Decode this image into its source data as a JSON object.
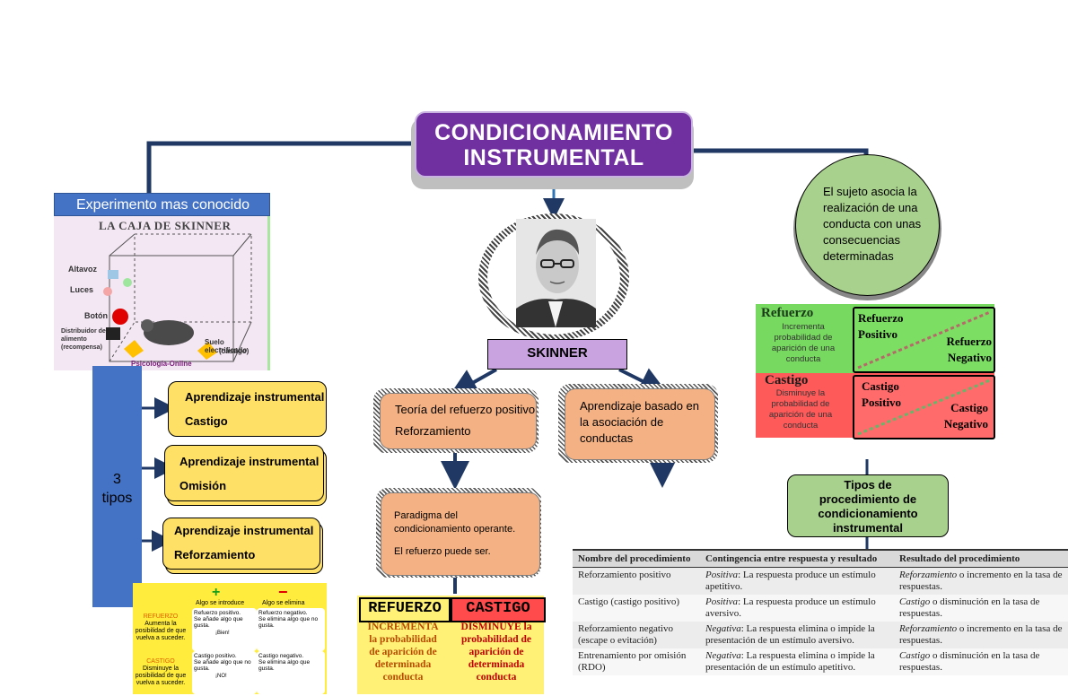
{
  "title": {
    "line1": "CONDICIONAMIENTO",
    "line2": "INSTRUMENTAL"
  },
  "experiment": {
    "label": "Experimento mas conocido",
    "image_title": "LA CAJA DE SKINNER",
    "parts": [
      "Altavoz",
      "Luces",
      "Botón",
      "Distribuidor de",
      "alimento",
      "(recompensa)",
      "Suelo electrificado",
      "(castigo)"
    ],
    "watermark": "Psicología-Online"
  },
  "tipos": {
    "count": "3",
    "label": "tipos"
  },
  "aprendizaje_boxes": [
    {
      "line1": "Aprendizaje instrumental",
      "line2": "Castigo"
    },
    {
      "line1": "Aprendizaje instrumental",
      "line2": "Omisión"
    },
    {
      "line1": "Aprendizaje instrumental",
      "line2": "Reforzamiento"
    }
  ],
  "yellow_image": {
    "plus": "+",
    "minus": "−",
    "col1": "Algo se introduce",
    "col2": "Algo se elimina",
    "refuerzo": "REFUERZO",
    "refuerzo_desc": "Aumenta la posibilidad de que vuelva a suceder.",
    "castigo": "CASTIGO",
    "castigo_desc": "Disminuye la posibilidad de que vuelva a suceder.",
    "rp": "Refuerzo positivo.",
    "rp_desc": "Se añade algo que gusta.",
    "rn": "Refuerzo negativo.",
    "rn_desc": "Se elimina algo que no gusta.",
    "cp": "Castigo positivo.",
    "cp_desc": "Se añade algo que no gusta.",
    "cn": "Castigo negativo.",
    "cn_desc": "Se elimina algo que gusta.",
    "bubble1": "¡Bien!",
    "bubble2": "¡NO!"
  },
  "skinner": {
    "label": "SKINNER"
  },
  "teoria": {
    "line1": "Teoría del refuerzo positivo",
    "line2": "Reforzamiento"
  },
  "aprendizaje_asoc": {
    "text": "Aprendizaje basado en la asociación de conductas"
  },
  "paradigma": {
    "line1": "Paradigma  del condicionamiento operante.",
    "line2": "El refuerzo puede ser."
  },
  "refcast": {
    "refuerzo": "REFUERZO",
    "castigo": "CASTIGO",
    "ref_desc": [
      "INCREMENTA",
      "la probabilidad",
      "de aparición de",
      "determinada",
      "conducta"
    ],
    "cast_desc": [
      "DISMINUYE la",
      "probabilidad de",
      "aparición de",
      "determinada",
      "conducta"
    ]
  },
  "sujeto": {
    "text": "El sujeto asocia la realización de una conducta con unas consecuencias determinadas"
  },
  "refuerzo_panel": {
    "ref_title": "Refuerzo",
    "ref_desc": "Incrementa probabilidad de aparición de una conducta",
    "ref_pos": "Refuerzo Positivo",
    "ref_neg": "Refuerzo Negativo",
    "cast_title": "Castigo",
    "cast_desc": "Disminuye la probabilidad de aparición de una conducta",
    "cast_pos": "Castigo Positivo",
    "cast_neg": "Castigo Negativo"
  },
  "tipos_proc": {
    "text": "Tipos de procedimiento de condicionamiento instrumental"
  },
  "table": {
    "headers": [
      "Nombre del procedimiento",
      "Contingencia entre respuesta y resultado",
      "Resultado del procedimiento"
    ],
    "rows": [
      {
        "name": "Reforzamiento positivo",
        "cont_em": "Positiva",
        "cont": ": La respuesta produce un estímulo apetitivo.",
        "res_em": "Reforzamiento",
        "res": " o incremento en la tasa de respuestas."
      },
      {
        "name": "Castigo (castigo positivo)",
        "cont_em": "Positiva",
        "cont": ": La respuesta produce un estímulo aversivo.",
        "res_em": "Castigo",
        "res": " o disminución en la tasa de respuestas."
      },
      {
        "name": "Reforzamiento negativo (escape o evitación)",
        "cont_em": "Negativa",
        "cont": ": La respuesta elimina o impide la presentación de un estímulo aversivo.",
        "res_em": "Reforzamiento",
        "res": " o incremento en la tasa de respuestas."
      },
      {
        "name": "Entrenamiento por omisión (RDO)",
        "cont_em": "Negativa",
        "cont": ": La respuesta elimina o impide la presentación de un estímulo apetitivo.",
        "res_em": "Castigo",
        "res": " o disminución en la tasa de respuestas."
      }
    ]
  },
  "colors": {
    "purple": "#7030a0",
    "blue": "#4472c4",
    "connector": "#1f3864",
    "orange": "#f4b183",
    "yellow": "#ffe066",
    "green": "#a9d18e"
  }
}
